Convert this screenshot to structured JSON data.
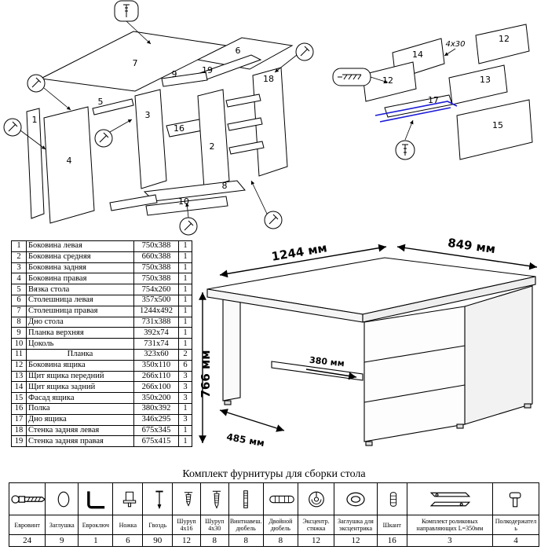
{
  "caption": "Комплект фурнитуры для сборки стола",
  "parts_table": {
    "rows": [
      {
        "num": "1",
        "name": "Боковина левая",
        "size": "750x388",
        "qty": "1"
      },
      {
        "num": "2",
        "name": "Боковина средняя",
        "size": "660x388",
        "qty": "1"
      },
      {
        "num": "3",
        "name": "Боковина задняя",
        "size": "750x388",
        "qty": "1"
      },
      {
        "num": "4",
        "name": "Боковина правая",
        "size": "750x388",
        "qty": "1"
      },
      {
        "num": "5",
        "name": "Вязка стола",
        "size": "754x260",
        "qty": "1"
      },
      {
        "num": "6",
        "name": "Столешница левая",
        "size": "357x500",
        "qty": "1"
      },
      {
        "num": "7",
        "name": "Столешница правая",
        "size": "1244x492",
        "qty": "1"
      },
      {
        "num": "8",
        "name": "Дно стола",
        "size": "731x388",
        "qty": "1"
      },
      {
        "num": "9",
        "name": "Планка верхняя",
        "size": "392x74",
        "qty": "1"
      },
      {
        "num": "10",
        "name": "Цоколь",
        "size": "731x74",
        "qty": "1"
      },
      {
        "num": "11",
        "name": "Планка",
        "size": "323x60",
        "qty": "2",
        "center": true
      },
      {
        "num": "12",
        "name": "Боковина ящика",
        "size": "350x110",
        "qty": "6"
      },
      {
        "num": "13",
        "name": "Щит ящика передний",
        "size": "266x110",
        "qty": "3"
      },
      {
        "num": "14",
        "name": "Щит ящика задний",
        "size": "266x100",
        "qty": "3"
      },
      {
        "num": "15",
        "name": "Фасад ящика",
        "size": "350x200",
        "qty": "3"
      },
      {
        "num": "16",
        "name": "Полка",
        "size": "380x392",
        "qty": "1"
      },
      {
        "num": "17",
        "name": "Дно ящика",
        "size": "346x295",
        "qty": "3"
      },
      {
        "num": "18",
        "name": "Стенка задняя левая",
        "size": "675x345",
        "qty": "1"
      },
      {
        "num": "19",
        "name": "Стенка задняя правая",
        "size": "675x415",
        "qty": "1"
      }
    ]
  },
  "desk_dimensions": {
    "width": "1244 мм",
    "depth": "849 мм",
    "height": "766 мм",
    "shelf_depth": "380 мм",
    "base_width": "485 мм"
  },
  "left_diagram_labels": {
    "p1": "1",
    "p2": "2",
    "p3": "3",
    "p4": "4",
    "p5": "5",
    "p6": "6",
    "p7": "7",
    "p8": "8",
    "p9": "9",
    "p10": "10",
    "p16": "16",
    "p18": "18",
    "p19": "19"
  },
  "right_diagram_labels": {
    "p12a": "12",
    "p12b": "12",
    "p13": "13",
    "p14": "14",
    "p15": "15",
    "p17": "17",
    "screw_size": "4x30"
  },
  "hardware_table": {
    "items": [
      {
        "icon": "euroscrew-icon",
        "name": "Евровинт",
        "qty": "24"
      },
      {
        "icon": "cap-icon",
        "name": "Заглушка",
        "qty": "9"
      },
      {
        "icon": "hexkey-icon",
        "name": "Евроключ",
        "qty": "1"
      },
      {
        "icon": "leg-icon",
        "name": "Ножка",
        "qty": "6"
      },
      {
        "icon": "nail-icon",
        "name": "Гвоздь",
        "qty": "90"
      },
      {
        "icon": "screw-4x16-icon",
        "name": "Шуруп 4x16",
        "qty": "12"
      },
      {
        "icon": "screw-4x30-icon",
        "name": "Шуруп 4x30",
        "qty": "8"
      },
      {
        "icon": "hanger-bolt-icon",
        "name": "Винтнавеш. дюбель",
        "qty": "8"
      },
      {
        "icon": "double-dowel-icon",
        "name": "Двойной дюбель",
        "qty": "8"
      },
      {
        "icon": "cam-lock-icon",
        "name": "Эксцентр. стяжка",
        "qty": "12"
      },
      {
        "icon": "cam-cap-icon",
        "name": "Заглушка для эксцентрика",
        "qty": "12"
      },
      {
        "icon": "dowel-icon",
        "name": "Шкант",
        "qty": "16"
      },
      {
        "icon": "roller-guides-icon",
        "name": "Комплект роликовых направляющих L=350мм",
        "qty": "3"
      },
      {
        "icon": "shelf-support-icon",
        "name": "Полкодержатель",
        "qty": "4"
      }
    ]
  }
}
